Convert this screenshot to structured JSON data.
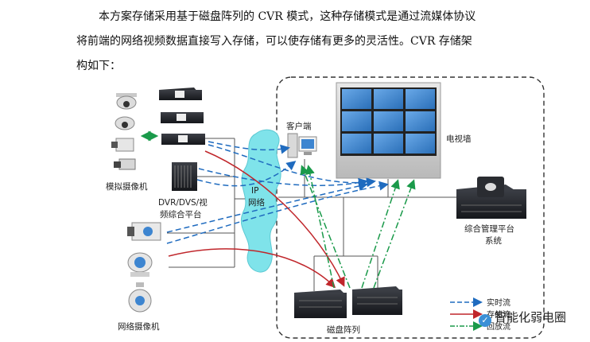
{
  "paragraph": {
    "line1": "本方案存储采用基于磁盘阵列的 CVR 模式，这种存储模式是通过流媒体协议",
    "line2": "将前端的网络视频数据直接写入存储，可以使存储有更多的灵活性。CVR 存储架",
    "line3": "构如下："
  },
  "diagram": {
    "labels": {
      "analog_camera": "模拟摄像机",
      "dvr_line1": "DVR/DVS/视",
      "dvr_line2": "频综合平台",
      "ip_network_1": "IP",
      "ip_network_2": "网络",
      "client": "客户端",
      "video_wall": "电视墙",
      "mgmt_line1": "综合管理平台",
      "mgmt_line2": "系统",
      "network_camera": "网络摄像机",
      "disk_array": "磁盘阵列"
    },
    "legend": {
      "realtime": "实时流",
      "storage": "存储流",
      "playback": "回放流"
    },
    "colors": {
      "realtime": "#1f6bbf",
      "storage": "#c0262b",
      "playback": "#1a9a4a",
      "cloud": "#7fe3ea",
      "screen": "#3d85d0"
    }
  },
  "watermark": {
    "text": "智能化弱电圈",
    "icon": "wechat-icon"
  }
}
